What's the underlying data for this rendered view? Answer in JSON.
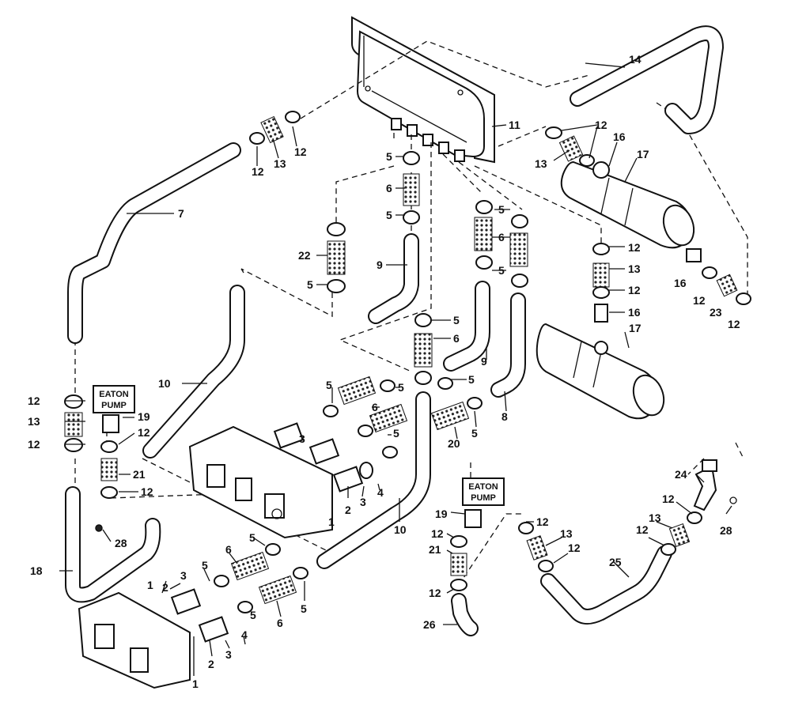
{
  "labels": {
    "l1": "1",
    "l2": "2",
    "l3": "3",
    "l4": "4",
    "l5": "5",
    "l6": "6",
    "l7": "7",
    "l8": "8",
    "l9": "9",
    "l10": "10",
    "l11": "11",
    "l12": "12",
    "l13": "13",
    "l14": "14",
    "l16": "16",
    "l17": "17",
    "l18": "18",
    "l19": "19",
    "l20": "20",
    "l21": "21",
    "l22": "22",
    "l23": "23",
    "l24": "24",
    "l25": "25",
    "l26": "26",
    "l28": "28"
  },
  "boxes": {
    "eaton_line1": "EATON",
    "eaton_line2": "PUMP"
  }
}
